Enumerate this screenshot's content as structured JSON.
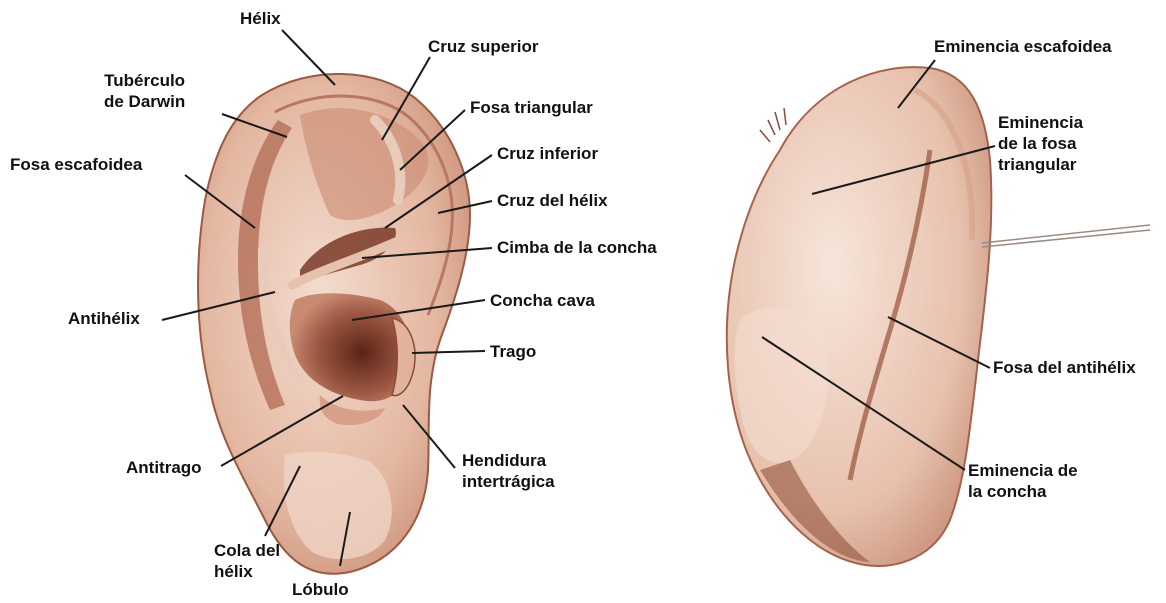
{
  "colors": {
    "ear_skin": "#ebc9b6",
    "ear_mid": "#d7a088",
    "ear_shadow": "#8a4a35",
    "ear_dark": "#5a2418",
    "leader_line": "#1a1a1a"
  },
  "front_view": {
    "helix": "Hélix",
    "superior_crus": "Cruz superior",
    "darwin_tubercle_1": "Tubérculo",
    "darwin_tubercle_2": "de Darwin",
    "triangular_fossa": "Fosa triangular",
    "scaphoid_fossa": "Fosa escafoidea",
    "inferior_crus": "Cruz inferior",
    "helix_crus": "Cruz del hélix",
    "cymba_conchae": "Cimba de la concha",
    "antihelix": "Antihélix",
    "concha_cavum": "Concha cava",
    "tragus": "Trago",
    "antitragus": "Antitrago",
    "intertragic_notch_1": "Hendidura",
    "intertragic_notch_2": "intertrágica",
    "helix_tail_1": "Cola del",
    "helix_tail_2": "hélix",
    "lobule": "Lóbulo"
  },
  "back_view": {
    "scaphoid_eminence": "Eminencia escafoidea",
    "triangular_fossa_eminence_1": "Eminencia",
    "triangular_fossa_eminence_2": "de la fosa",
    "triangular_fossa_eminence_3": "triangular",
    "antihelix_fossa": "Fosa del antihélix",
    "conchal_eminence_1": "Eminencia de",
    "conchal_eminence_2": "la concha"
  }
}
